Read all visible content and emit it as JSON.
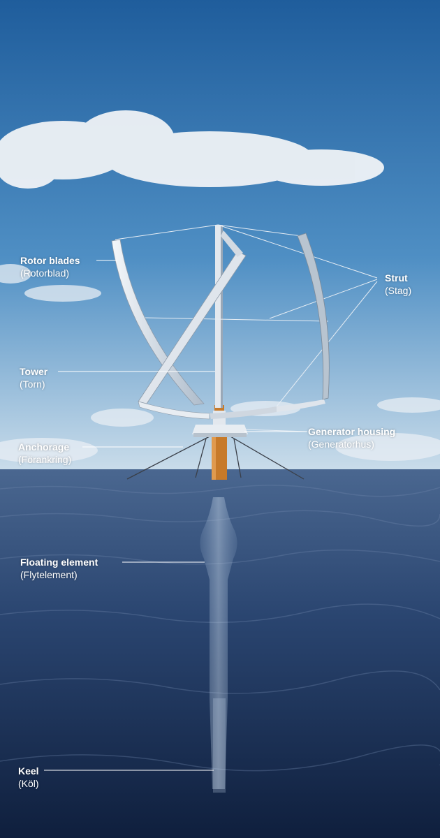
{
  "labels": {
    "rotor_blades": {
      "en": "Rotor blades",
      "sv": "(Rotorblad)"
    },
    "strut": {
      "en": "Strut",
      "sv": "(Stag)"
    },
    "tower": {
      "en": "Tower",
      "sv": "(Torn)"
    },
    "generator_housing": {
      "en": "Generator housing",
      "sv": "(Generatorhus)"
    },
    "anchorage": {
      "en": "Anchorage",
      "sv": "(Förankring)"
    },
    "floating_element": {
      "en": "Floating element",
      "sv": "(Flytelement)"
    },
    "keel": {
      "en": "Keel",
      "sv": "(Köl)"
    }
  },
  "colors": {
    "sky_top": "#1f5d9c",
    "sky_bottom": "#c9dcea",
    "sea_top": "#4a6790",
    "sea_bottom": "#0f1f3d",
    "turbine": "#e8edf2",
    "tower_base": "#c77a2a",
    "leader_line": "#ffffff"
  }
}
